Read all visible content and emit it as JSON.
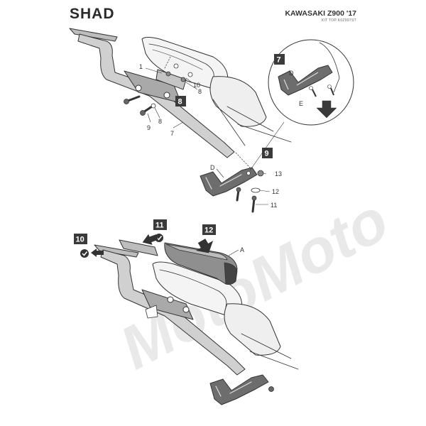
{
  "header": {
    "brand": "SHAD",
    "model": "KAWASAKI Z900 '17",
    "kit_code": "KIT TOP K0Z997ST"
  },
  "watermark": {
    "text": "MotoMoto"
  },
  "callouts": {
    "one": "1",
    "seven": "7",
    "eight": "8",
    "nine": "9",
    "ten": "10",
    "eleven": "11",
    "twelve": "12",
    "thirteen": "13",
    "letter_a": "A",
    "letter_d": "D",
    "letter_e": "E"
  },
  "steps": {
    "s7": "7",
    "s8": "8",
    "s9": "9",
    "s10": "10",
    "s11": "11",
    "s12": "12"
  },
  "colors": {
    "step_box": "#3a3a3a",
    "part_line": "#333333",
    "watermark": "#e9e9e9"
  }
}
